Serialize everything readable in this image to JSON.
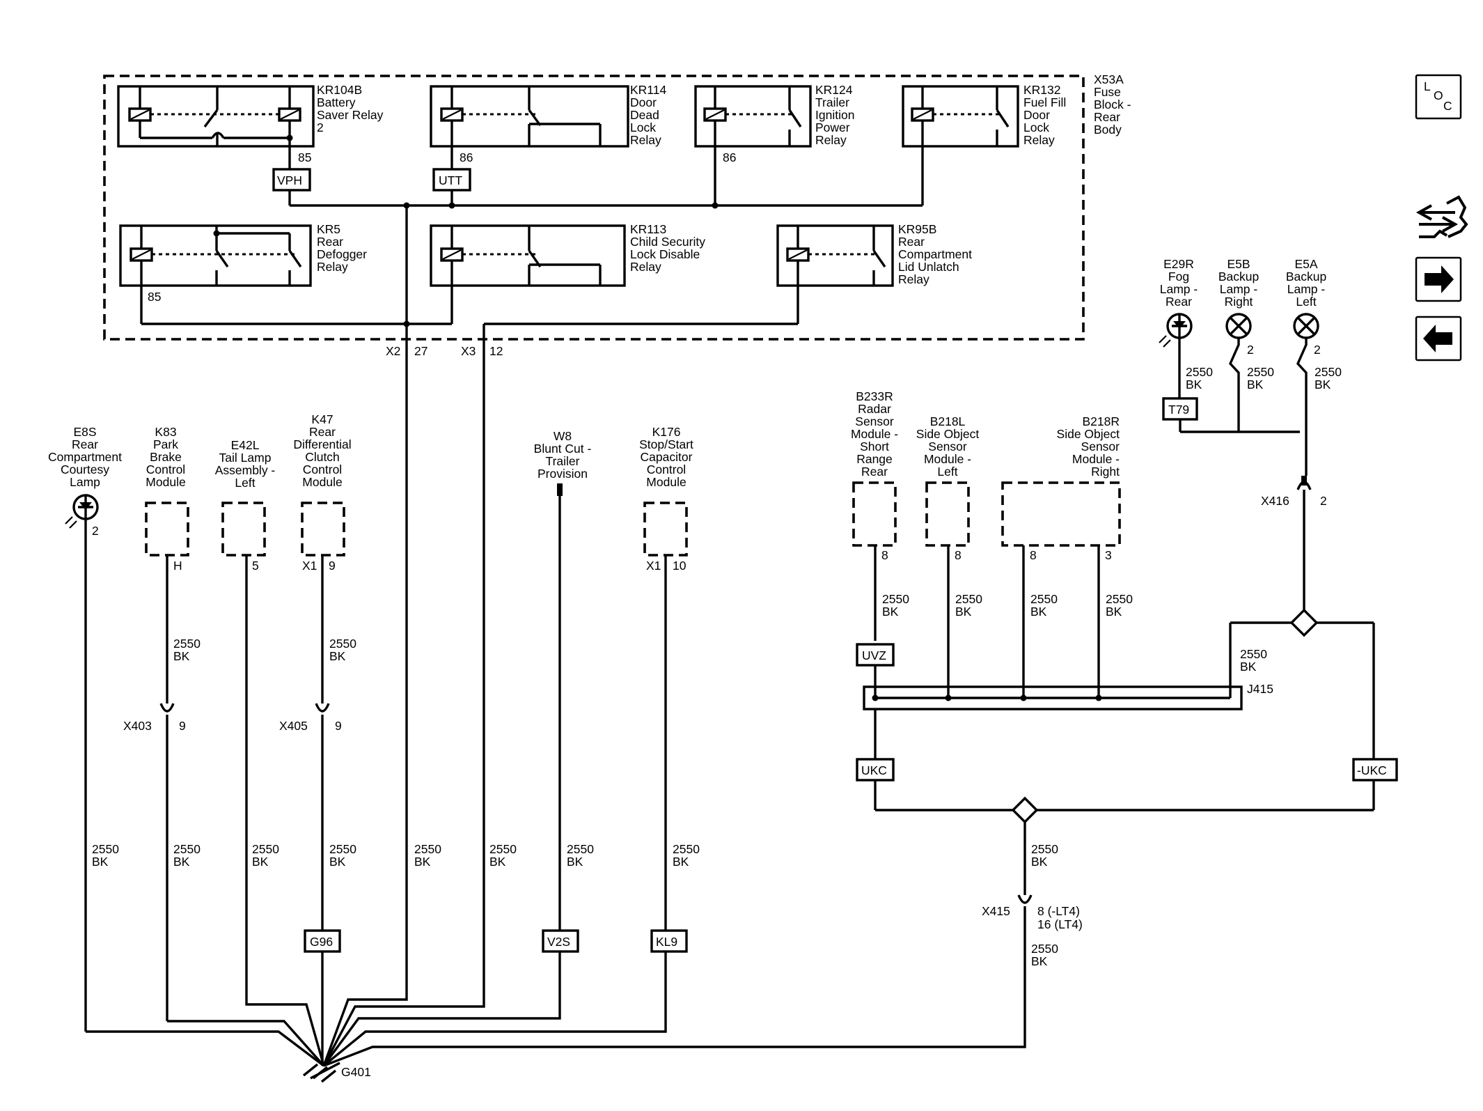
{
  "fuse_block": {
    "name": [
      "X53A",
      "Fuse",
      "Block -",
      "Rear",
      "Body"
    ]
  },
  "relays": {
    "kr104b": {
      "name": [
        "KR104B",
        "Battery",
        "Saver Relay",
        "2"
      ],
      "pin": "85",
      "splice": "VPH"
    },
    "kr114": {
      "name": [
        "KR114",
        "Door",
        "Dead",
        "Lock",
        "Relay"
      ],
      "pin": "86",
      "splice": "UTT"
    },
    "kr124": {
      "name": [
        "KR124",
        "Trailer",
        "Ignition",
        "Power",
        "Relay"
      ],
      "pin": "86"
    },
    "kr132": {
      "name": [
        "KR132",
        "Fuel Fill",
        "Door",
        "Lock",
        "Relay"
      ]
    },
    "kr5": {
      "name": [
        "KR5",
        "Rear",
        "Defogger",
        "Relay"
      ],
      "pin": "85"
    },
    "kr113": {
      "name": [
        "KR113",
        "Child Security",
        "Lock Disable",
        "Relay"
      ]
    },
    "kr95b": {
      "name": [
        "KR95B",
        "Rear",
        "Compartment",
        "Lid Unlatch",
        "Relay"
      ]
    }
  },
  "block_exits": {
    "x2": "X2",
    "x2_pin": "27",
    "x3": "X3",
    "x3_pin": "12"
  },
  "components": {
    "e8s": {
      "name": [
        "E8S",
        "Rear",
        "Compartment",
        "Courtesy",
        "Lamp"
      ],
      "pin": "2"
    },
    "k83": {
      "name": [
        "K83",
        "Park",
        "Brake",
        "Control",
        "Module"
      ],
      "pin": "H"
    },
    "e42l": {
      "name": [
        "E42L",
        "Tail Lamp",
        "Assembly -",
        "Left"
      ],
      "pin": "5"
    },
    "k47": {
      "name": [
        "K47",
        "Rear",
        "Differential",
        "Clutch",
        "Control",
        "Module"
      ],
      "conn": "X1",
      "pin": "9"
    },
    "w8": {
      "name": [
        "W8",
        "Blunt Cut -",
        "Trailer",
        "Provision"
      ]
    },
    "k176": {
      "name": [
        "K176",
        "Stop/Start",
        "Capacitor",
        "Control",
        "Module"
      ],
      "conn": "X1",
      "pin": "10"
    },
    "b233r": {
      "name": [
        "B233R",
        "Radar",
        "Sensor",
        "Module -",
        "Short",
        "Range",
        "Rear"
      ],
      "pin": "8"
    },
    "b218l": {
      "name": [
        "B218L",
        "Side Object",
        "Sensor",
        "Module -",
        "Left"
      ],
      "pin": "8"
    },
    "b218r": {
      "name": [
        "B218R",
        "Side Object",
        "Sensor",
        "Module -",
        "Right"
      ],
      "pin_a": "8",
      "pin_b": "3"
    },
    "e29r": {
      "name": [
        "E29R",
        "Fog",
        "Lamp -",
        "Rear"
      ]
    },
    "e5b": {
      "name": [
        "E5B",
        "Backup",
        "Lamp -",
        "Right"
      ],
      "pin": "2"
    },
    "e5a": {
      "name": [
        "E5A",
        "Backup",
        "Lamp -",
        "Left"
      ],
      "pin": "2"
    }
  },
  "wire": {
    "gauge": "2550",
    "color": "BK"
  },
  "connectors": {
    "x403": {
      "name": "X403",
      "pin": "9"
    },
    "x405": {
      "name": "X405",
      "pin": "9"
    },
    "x415": {
      "name": "X415",
      "pin_a": "8 (-LT4)",
      "pin_b": "16 (LT4)"
    },
    "x416": {
      "name": "X416",
      "pin": "2"
    }
  },
  "splices": {
    "g96": "G96",
    "v2s": "V2S",
    "kl9": "KL9",
    "uvz": "UVZ",
    "ukc": "UKC",
    "ukc_neg": "-UKC",
    "t79": "T79"
  },
  "joint": "J415",
  "ground": "G401",
  "nav": {
    "loc_letters": [
      "L",
      "O",
      "C"
    ]
  }
}
